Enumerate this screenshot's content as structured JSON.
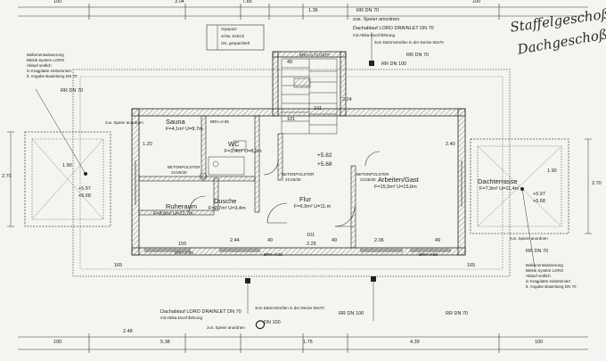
{
  "handwriting": {
    "line1": "Staffelgeschoß",
    "line2": "Dachgeschoß"
  },
  "colors": {
    "paper": "#f4f4f1",
    "ink": "#222222",
    "hatch": "#8a8a8a"
  },
  "dims_top": {
    "d1": "100",
    "d2": "3.04",
    "d3": "7.85",
    "d4": "1.36",
    "d5": "RR DN 70",
    "d6": "100"
  },
  "legend": {
    "w": "Gipsputz",
    "b": "schw. Estrich",
    "g": "GK, gespachtelt"
  },
  "notes_top": {
    "drain_label": "Dachablauf LORO DRAINLET DN 70",
    "drain_sub": "mit Attika-Durchführung",
    "insul": "3cm Dämmstreifen in der Decke 50x70",
    "speier": "zus. Speier anordnen",
    "rr_dn100": "RR DN 100",
    "rr_dn70": "RR DN 70"
  },
  "notes_left": {
    "balkon1": "Balkonentwässerung",
    "balkon2": "Blekik System LORO",
    "balkon3": "Ablauf seitlich",
    "balkon4": "in Kragplatte einbetoniert",
    "balkon5": "lt. Angabe Bauleitung DN 70",
    "rr": "RR DN 70",
    "speier": "zus. Speier anordnen"
  },
  "notes_right": {
    "balkon1": "Balkonentwässerung",
    "balkon2": "Blekik System LORO",
    "balkon3": "Ablauf seitlich",
    "balkon4": "in Kragplatte einbetoniert",
    "balkon5": "lt. Angabe Bauleitung DN 70",
    "rr": "RR DN 70",
    "speier": "zus. Speier anordnen"
  },
  "notes_bottom": {
    "drain_label": "Dachablauf LORO DRAINLET DN 70",
    "drain_sub": "mit Attika-Durchführung",
    "dn100": "DN 100",
    "insul": "3cm Dämmstreifen in der Decke 50x70",
    "rr_dn100": "RR DN 100",
    "rr_dn70": "RR DN 70",
    "speier": "zus. Speier anordnen"
  },
  "rooms": {
    "sauna": {
      "name": "Sauna",
      "area": "F=4,1m²  U=8,7m"
    },
    "wc": {
      "name": "WC",
      "area": "F=3,4m²  U=8,2m"
    },
    "dusche": {
      "name": "Dusche",
      "area": "F=0,7m²  U=3,4m"
    },
    "ruheraum": {
      "name": "Ruheraum",
      "area": "F=8,6m²  U=12,7m"
    },
    "flur": {
      "name": "Flur",
      "area": "F=6,9m²  U=11,m"
    },
    "arbeiten": {
      "name": "Arbeiten/Gast",
      "area": "F=15,5m²  U=15,6m"
    },
    "terrasse_r": {
      "name": "Dachterrasse",
      "area": "F=7,9m²  U=11,4m"
    }
  },
  "levels": {
    "main_a": "+5.82",
    "main_b": "+5.68",
    "left_a": "+5.97",
    "left_b": "+5.68",
    "right_a": "+5.97",
    "right_b": "+5.68"
  },
  "stair": {
    "label": "BRH=0.73  OKFF",
    "s1": "49",
    "s2": "101",
    "s3": "101",
    "s4": "2.24"
  },
  "betonpolster": {
    "a": "BETONPOLSTER",
    "a2": "21/25/30",
    "b": "BETONPOLSTER",
    "b2": "21/25/30",
    "c": "BETONPOLSTER",
    "c2": "21/25/30"
  },
  "inner_dims": {
    "brh1": "BRH=0.85",
    "brh2": "BRH=0.85",
    "brh3": "BRH=0.85",
    "brh4": "BRH=0.85",
    "d244": "2.44",
    "d206": "2.06",
    "d49a": "49",
    "d49b": "49",
    "d49c": "49",
    "d155": "155",
    "d101": "101",
    "d225": "2.25",
    "d120": "1.20",
    "d240": "2.40"
  },
  "side_dims": {
    "l270": "2.70",
    "l190": "1.90",
    "r270": "2.70",
    "r190": "1.90",
    "l165": "165",
    "r165": "165"
  },
  "dims_bottom": {
    "b1": "5.38",
    "b2": "2.48",
    "b3": "4.39",
    "b4": "1.75",
    "b5": "100",
    "b6": "100"
  }
}
